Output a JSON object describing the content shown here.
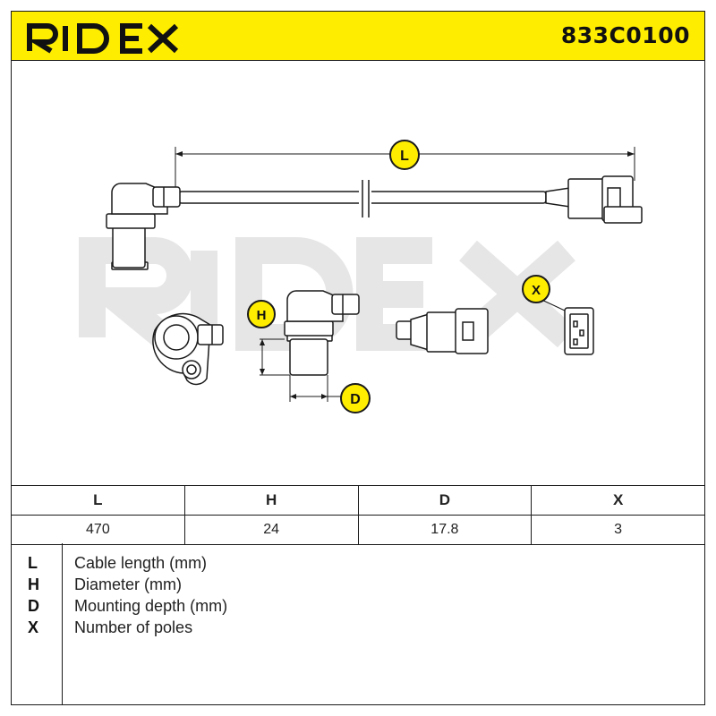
{
  "header": {
    "brand": "RIDEX",
    "part_number": "833C0100",
    "background_color": "#ffed00"
  },
  "drawing": {
    "callouts": {
      "L": "L",
      "H": "H",
      "D": "D",
      "X": "X"
    },
    "watermark": "RIDEX"
  },
  "specs": {
    "headers": [
      "L",
      "H",
      "D",
      "X"
    ],
    "values": [
      "470",
      "24",
      "17.8",
      "3"
    ]
  },
  "legend": [
    {
      "key": "L",
      "desc": "Cable length (mm)"
    },
    {
      "key": "H",
      "desc": "Diameter (mm)"
    },
    {
      "key": "D",
      "desc": "Mounting depth (mm)"
    },
    {
      "key": "X",
      "desc": "Number of poles"
    }
  ]
}
